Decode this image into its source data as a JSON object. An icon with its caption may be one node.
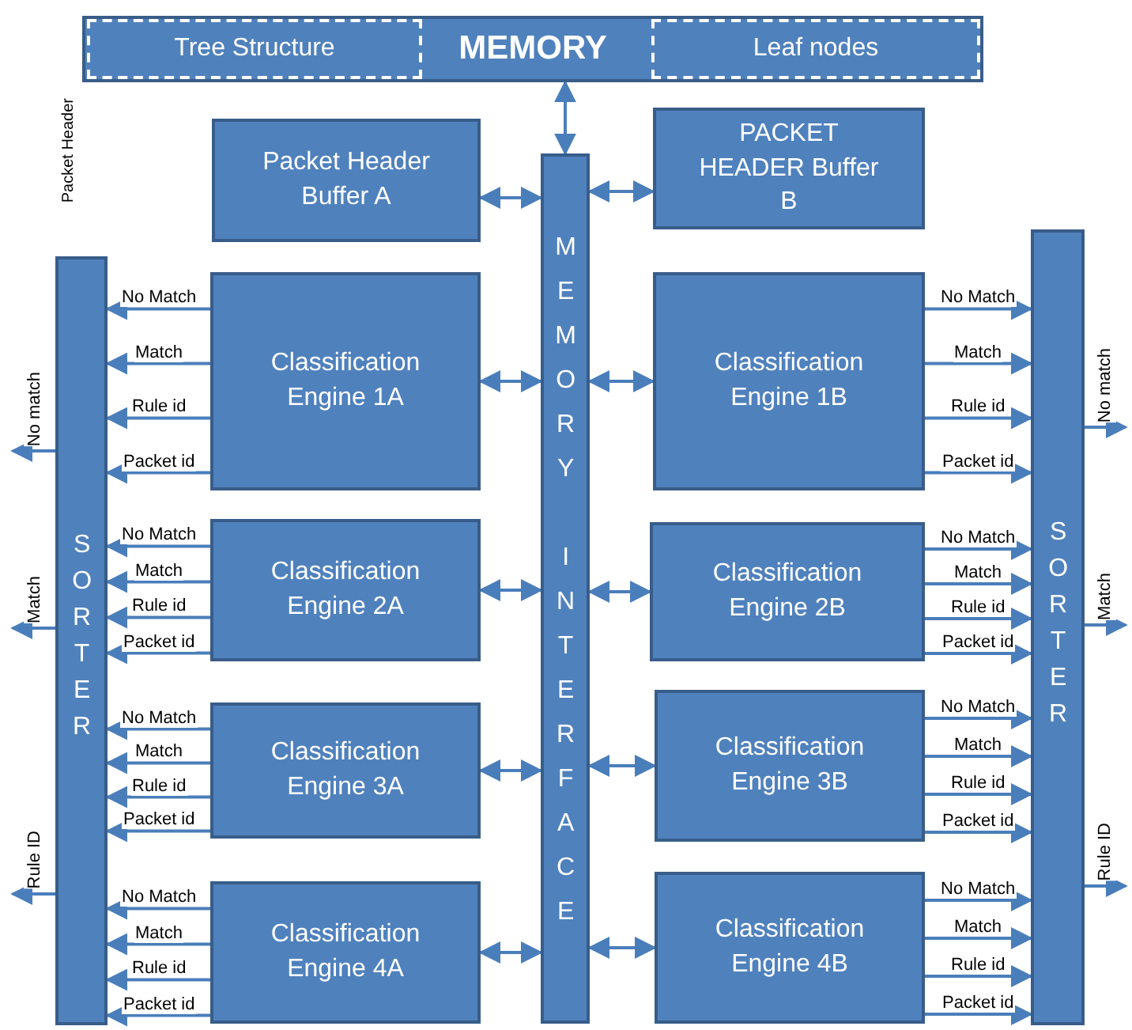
{
  "diagram": {
    "nodes": [
      {
        "text": [
          "MEMORY"
        ]
      },
      {
        "text": [
          "Tree Structure"
        ],
        "in": 0
      },
      {
        "text": [
          "Leaf nodes"
        ],
        "in": 0
      },
      {
        "text": [
          "Packet Header Buffer A"
        ]
      },
      {
        "text": [
          "MEMORY INTERFACE"
        ]
      },
      {
        "text": [
          "PACKET HEADER Buffer B"
        ]
      },
      {
        "text": [
          "SORTER"
        ]
      },
      {
        "text": [
          "Classification Engine 1A"
        ]
      },
      {
        "text": [
          "Classification Engine 1B"
        ]
      },
      {
        "text": [
          "SORTER"
        ]
      },
      {
        "text": [
          "Classification Engine 2A"
        ]
      },
      {
        "text": [
          "Classification Engine 2B"
        ]
      },
      {
        "text": [
          "Classification Engine 3A"
        ]
      },
      {
        "text": [
          "Classification Engine 3B"
        ]
      },
      {
        "text": [
          "Classification Engine 4A"
        ]
      },
      {
        "text": [
          "Classification Engine 4B"
        ]
      }
    ],
    "edges": [
      {
        "from": 0,
        "to": 4,
        "arrow": "both"
      },
      {
        "from": 3,
        "to": 4,
        "arrow": "both"
      },
      {
        "from": 4,
        "to": 5,
        "arrow": "both"
      },
      {
        "from": 7,
        "to": 4,
        "arrow": "both"
      },
      {
        "from": 10,
        "to": 4,
        "arrow": "both"
      },
      {
        "from": 12,
        "to": 4,
        "arrow": "both"
      },
      {
        "from": 14,
        "to": 4,
        "arrow": "both"
      },
      {
        "from": 4,
        "to": 8,
        "arrow": "both"
      },
      {
        "from": 4,
        "to": 11,
        "arrow": "both"
      },
      {
        "from": 4,
        "to": 13,
        "arrow": "both"
      },
      {
        "from": 4,
        "to": 15,
        "arrow": "both"
      },
      {
        "from": 7,
        "to": 6,
        "arrow": "to",
        "label": "No Match"
      },
      {
        "from": 7,
        "to": 6,
        "arrow": "to",
        "label": "Match"
      },
      {
        "from": 7,
        "to": 6,
        "arrow": "to",
        "label": "Rule id"
      },
      {
        "from": 7,
        "to": 6,
        "arrow": "to",
        "label": "Packet id"
      },
      {
        "from": 10,
        "to": 6,
        "arrow": "to",
        "label": "No Match"
      },
      {
        "from": 10,
        "to": 6,
        "arrow": "to",
        "label": "Match"
      },
      {
        "from": 10,
        "to": 6,
        "arrow": "to",
        "label": "Rule id"
      },
      {
        "from": 10,
        "to": 6,
        "arrow": "to",
        "label": "Packet id"
      },
      {
        "from": 12,
        "to": 6,
        "arrow": "to",
        "label": "No Match"
      },
      {
        "from": 12,
        "to": 6,
        "arrow": "to",
        "label": "Match"
      },
      {
        "from": 12,
        "to": 6,
        "arrow": "to",
        "label": "Rule id"
      },
      {
        "from": 12,
        "to": 6,
        "arrow": "to",
        "label": "Packet id"
      },
      {
        "from": 14,
        "to": 6,
        "arrow": "to",
        "label": "No Match"
      },
      {
        "from": 14,
        "to": 6,
        "arrow": "to",
        "label": "Match"
      },
      {
        "from": 14,
        "to": 6,
        "arrow": "to",
        "label": "Rule id"
      },
      {
        "from": 14,
        "to": 6,
        "arrow": "to",
        "label": "Packet id"
      },
      {
        "from": 8,
        "to": 9,
        "arrow": "to",
        "label": "No Match"
      },
      {
        "from": 8,
        "to": 9,
        "arrow": "to",
        "label": "Match"
      },
      {
        "from": 8,
        "to": 9,
        "arrow": "to",
        "label": "Rule id"
      },
      {
        "from": 8,
        "to": 9,
        "arrow": "to",
        "label": "Packet id"
      },
      {
        "from": 11,
        "to": 9,
        "arrow": "to",
        "label": "No Match"
      },
      {
        "from": 11,
        "to": 9,
        "arrow": "to",
        "label": "Match"
      },
      {
        "from": 11,
        "to": 9,
        "arrow": "to",
        "label": "Rule id"
      },
      {
        "from": 11,
        "to": 9,
        "arrow": "to",
        "label": "Packet id"
      },
      {
        "from": 13,
        "to": 9,
        "arrow": "to",
        "label": "No Match"
      },
      {
        "from": 13,
        "to": 9,
        "arrow": "to",
        "label": "Match"
      },
      {
        "from": 13,
        "to": 9,
        "arrow": "to",
        "label": "Rule id"
      },
      {
        "from": 13,
        "to": 9,
        "arrow": "to",
        "label": "Packet id"
      },
      {
        "from": 15,
        "to": 9,
        "arrow": "to",
        "label": "No Match"
      },
      {
        "from": 15,
        "to": 9,
        "arrow": "to",
        "label": "Match"
      },
      {
        "from": 15,
        "to": 9,
        "arrow": "to",
        "label": "Rule id"
      },
      {
        "from": 15,
        "to": 9,
        "arrow": "to",
        "label": "Packet id"
      },
      {
        "from": 6,
        "to": null,
        "arrow": "to",
        "label": "No match"
      },
      {
        "from": 6,
        "to": null,
        "arrow": "to",
        "label": "Match"
      },
      {
        "from": 6,
        "to": null,
        "arrow": "to",
        "label": "Rule ID"
      },
      {
        "from": 9,
        "to": null,
        "arrow": "to",
        "label": "No match"
      },
      {
        "from": 9,
        "to": null,
        "arrow": "to",
        "label": "Match"
      },
      {
        "from": 9,
        "to": null,
        "arrow": "to",
        "label": "Rule ID"
      }
    ],
    "labels": [
      "Packet Header"
    ]
  }
}
